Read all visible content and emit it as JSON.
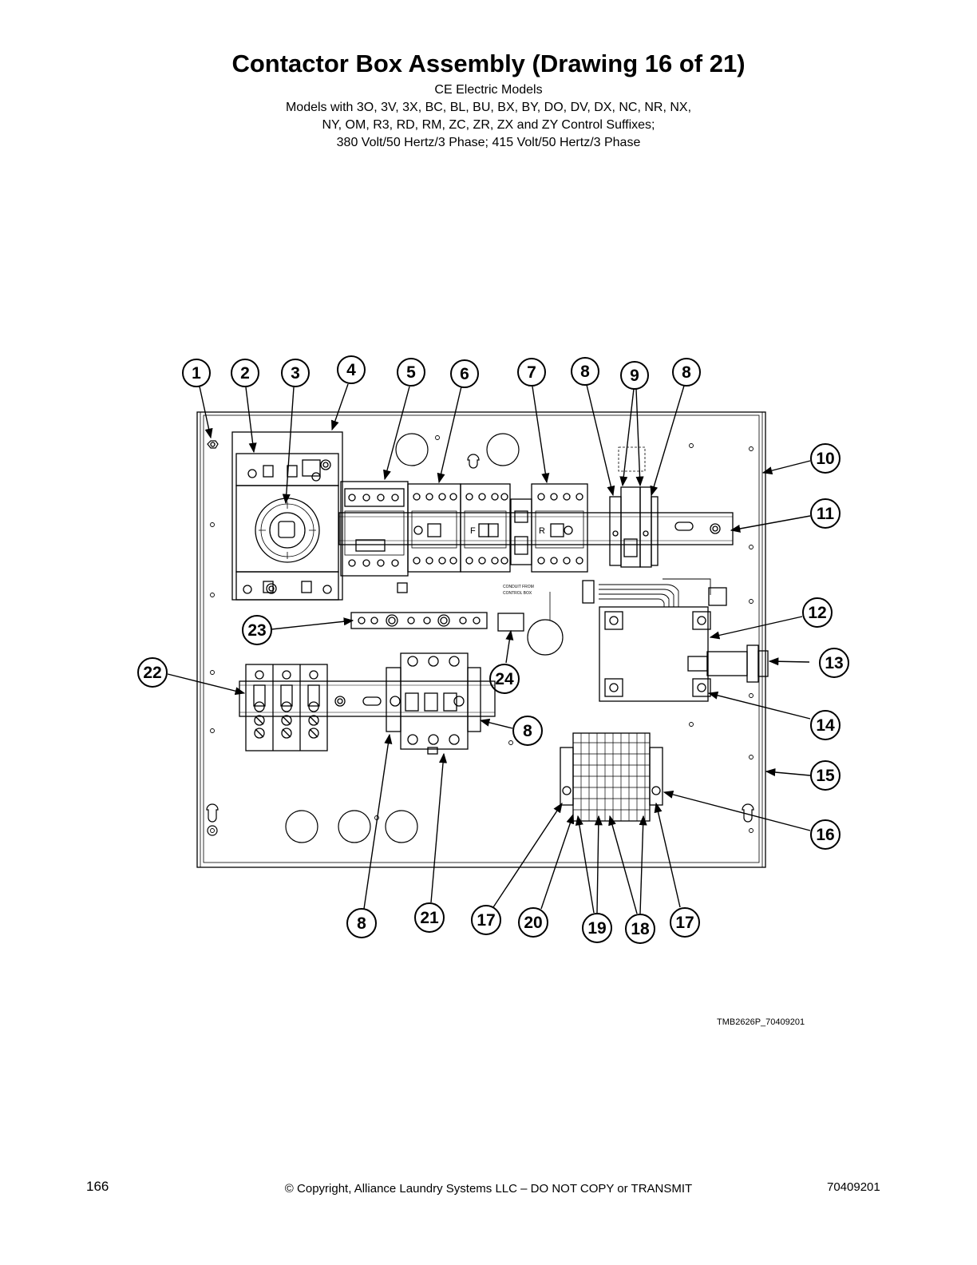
{
  "header": {
    "title": "Contactor Box Assembly (Drawing 16 of 21)",
    "subtitle_1": "CE Electric Models",
    "subtitle_2": "Models with 3O, 3V, 3X, BC, BL, BU, BX, BY, DO, DV, DX, NC, NR, NX,",
    "subtitle_3": "NY, OM, R3, RD, RM, ZC, ZR, ZX and ZY Control Suffixes;",
    "subtitle_4": "380 Volt/50 Hertz/3 Phase; 415 Volt/50 Hertz/3 Phase"
  },
  "diagram": {
    "conduit_label_1": "CONDUIT FROM",
    "conduit_label_2": "CONTROL BOX",
    "contactor_label_f": "F",
    "contactor_label_r": "R",
    "callouts": [
      "1",
      "2",
      "3",
      "4",
      "5",
      "6",
      "7",
      "8",
      "9",
      "8",
      "10",
      "11",
      "12",
      "13",
      "14",
      "15",
      "16",
      "23",
      "22",
      "24",
      "8",
      "8",
      "21",
      "17",
      "20",
      "19",
      "18",
      "17"
    ]
  },
  "drawing_id": "TMB2626P_70409201",
  "footer": {
    "page_number": "166",
    "copyright": "© Copyright, Alliance Laundry Systems LLC – DO NOT COPY or TRANSMIT",
    "document_number": "70409201"
  }
}
